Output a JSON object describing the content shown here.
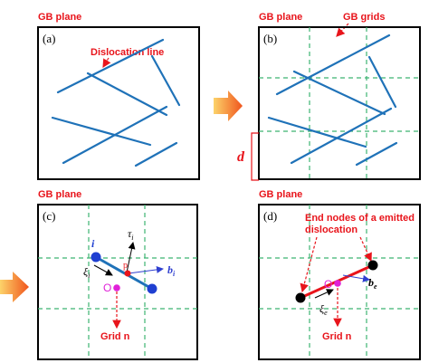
{
  "panel_a": {
    "plane_title": "GB plane",
    "label": "(a)",
    "dislocation_label": "Dislocation line"
  },
  "panel_b": {
    "plane_title": "GB plane",
    "label": "(b)",
    "grids_label": "GB grids",
    "spacing_label": "d"
  },
  "panel_c": {
    "plane_title": "GB plane",
    "label": "(c)",
    "node_i": "i",
    "tau": "τ",
    "tau_sub": "i",
    "xi": "ξ",
    "xi_sub": "i",
    "point_p": "p",
    "b": "b",
    "b_sub": "i",
    "origin": "O",
    "grid_label": "Grid n"
  },
  "panel_d": {
    "plane_title": "GB plane",
    "label": "(d)",
    "end_nodes_label_line1": "End nodes of a emitted",
    "end_nodes_label_line2": "dislocation",
    "xi": "ξ",
    "xi_sub": "e",
    "b": "b",
    "b_sub": "e",
    "origin": "O",
    "grid_label": "Grid n"
  },
  "colors": {
    "dislocation": "#1f72b8",
    "grid": "#3cb371",
    "label_red": "#e8141b",
    "node_blue": "#1f3fd1",
    "node_black": "#000000",
    "origin": "#e020d8",
    "arrow_orange": "#f26a1b"
  }
}
